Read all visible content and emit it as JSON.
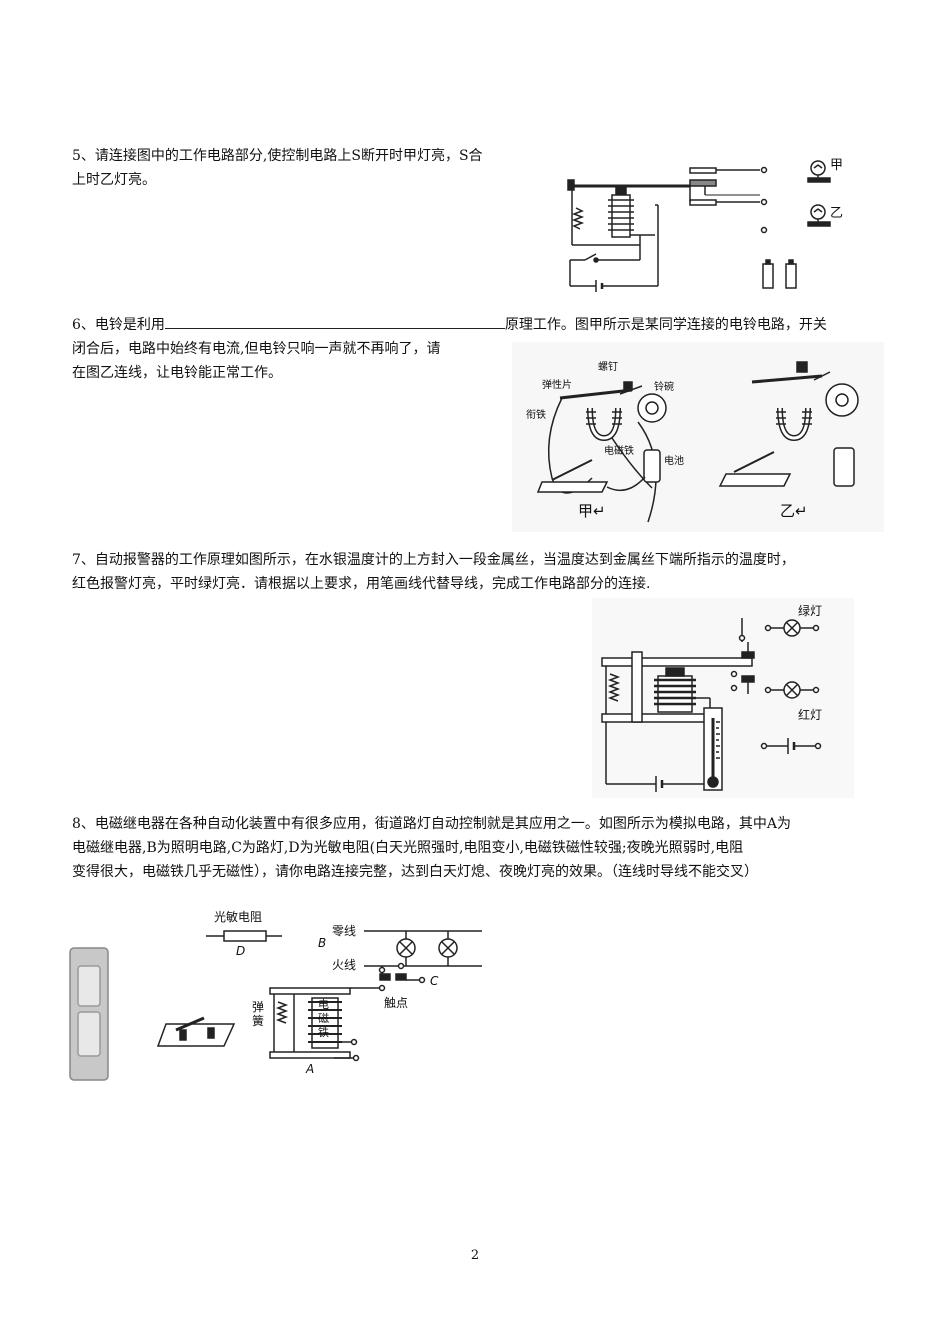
{
  "q5": {
    "text_line1": "5、请连接图中的工作电路部分,使控制电路上S断开时甲灯亮，S合",
    "text_line2": "上时乙灯亮。",
    "lamp1_label": "甲",
    "lamp2_label": "乙"
  },
  "q6": {
    "text_a": "6、电铃是利用",
    "text_b": "原理工作。图甲所示是某同学连接的电铃电路，开关",
    "text_line2": "闭合后，电路中始终有电流,但电铃只响一声就不再响了，请",
    "text_line3": "在图乙连线，让电铃能正常工作。",
    "labels": {
      "screw": "螺钉",
      "spring_plate": "弹性片",
      "bell": "铃碗",
      "armature": "衔铁",
      "electromagnet": "电磁铁",
      "battery": "电池",
      "fig_a": "甲↵",
      "fig_b": "乙↵"
    }
  },
  "q7": {
    "text_line1": "7、自动报警器的工作原理如图所示，在水银温度计的上方封入一段金属丝，当温度达到金属丝下端所指示的温度时，",
    "text_line2": "红色报警灯亮，平时绿灯亮．请根据以上要求，用笔画线代替导线，完成工作电路部分的连接.",
    "green_lamp": "绿灯",
    "red_lamp": "红灯"
  },
  "q8": {
    "text_line1": "8、电磁继电器在各种自动化装置中有很多应用，街道路灯自动控制就是其应用之一。如图所示为模拟电路，其中A为",
    "text_line2": "电磁继电器,B为照明电路,C为路灯,D为光敏电阻(白天光照强时,电阻变小,电磁铁磁性较强;夜晚光照弱时,电阻",
    "text_line3": "变得很大，电磁铁几乎无磁性），请你电路连接完整，达到白天灯熄、夜晚灯亮的效果。（连线时导线不能交叉）",
    "labels": {
      "photoresistor": "光敏电阻",
      "D": "D",
      "B": "B",
      "neutral": "零线",
      "live": "火线",
      "spring": "弹簧",
      "electromagnet": "电磁铁",
      "contact": "触点",
      "C": "C",
      "A": "A"
    }
  },
  "page_number": "2"
}
